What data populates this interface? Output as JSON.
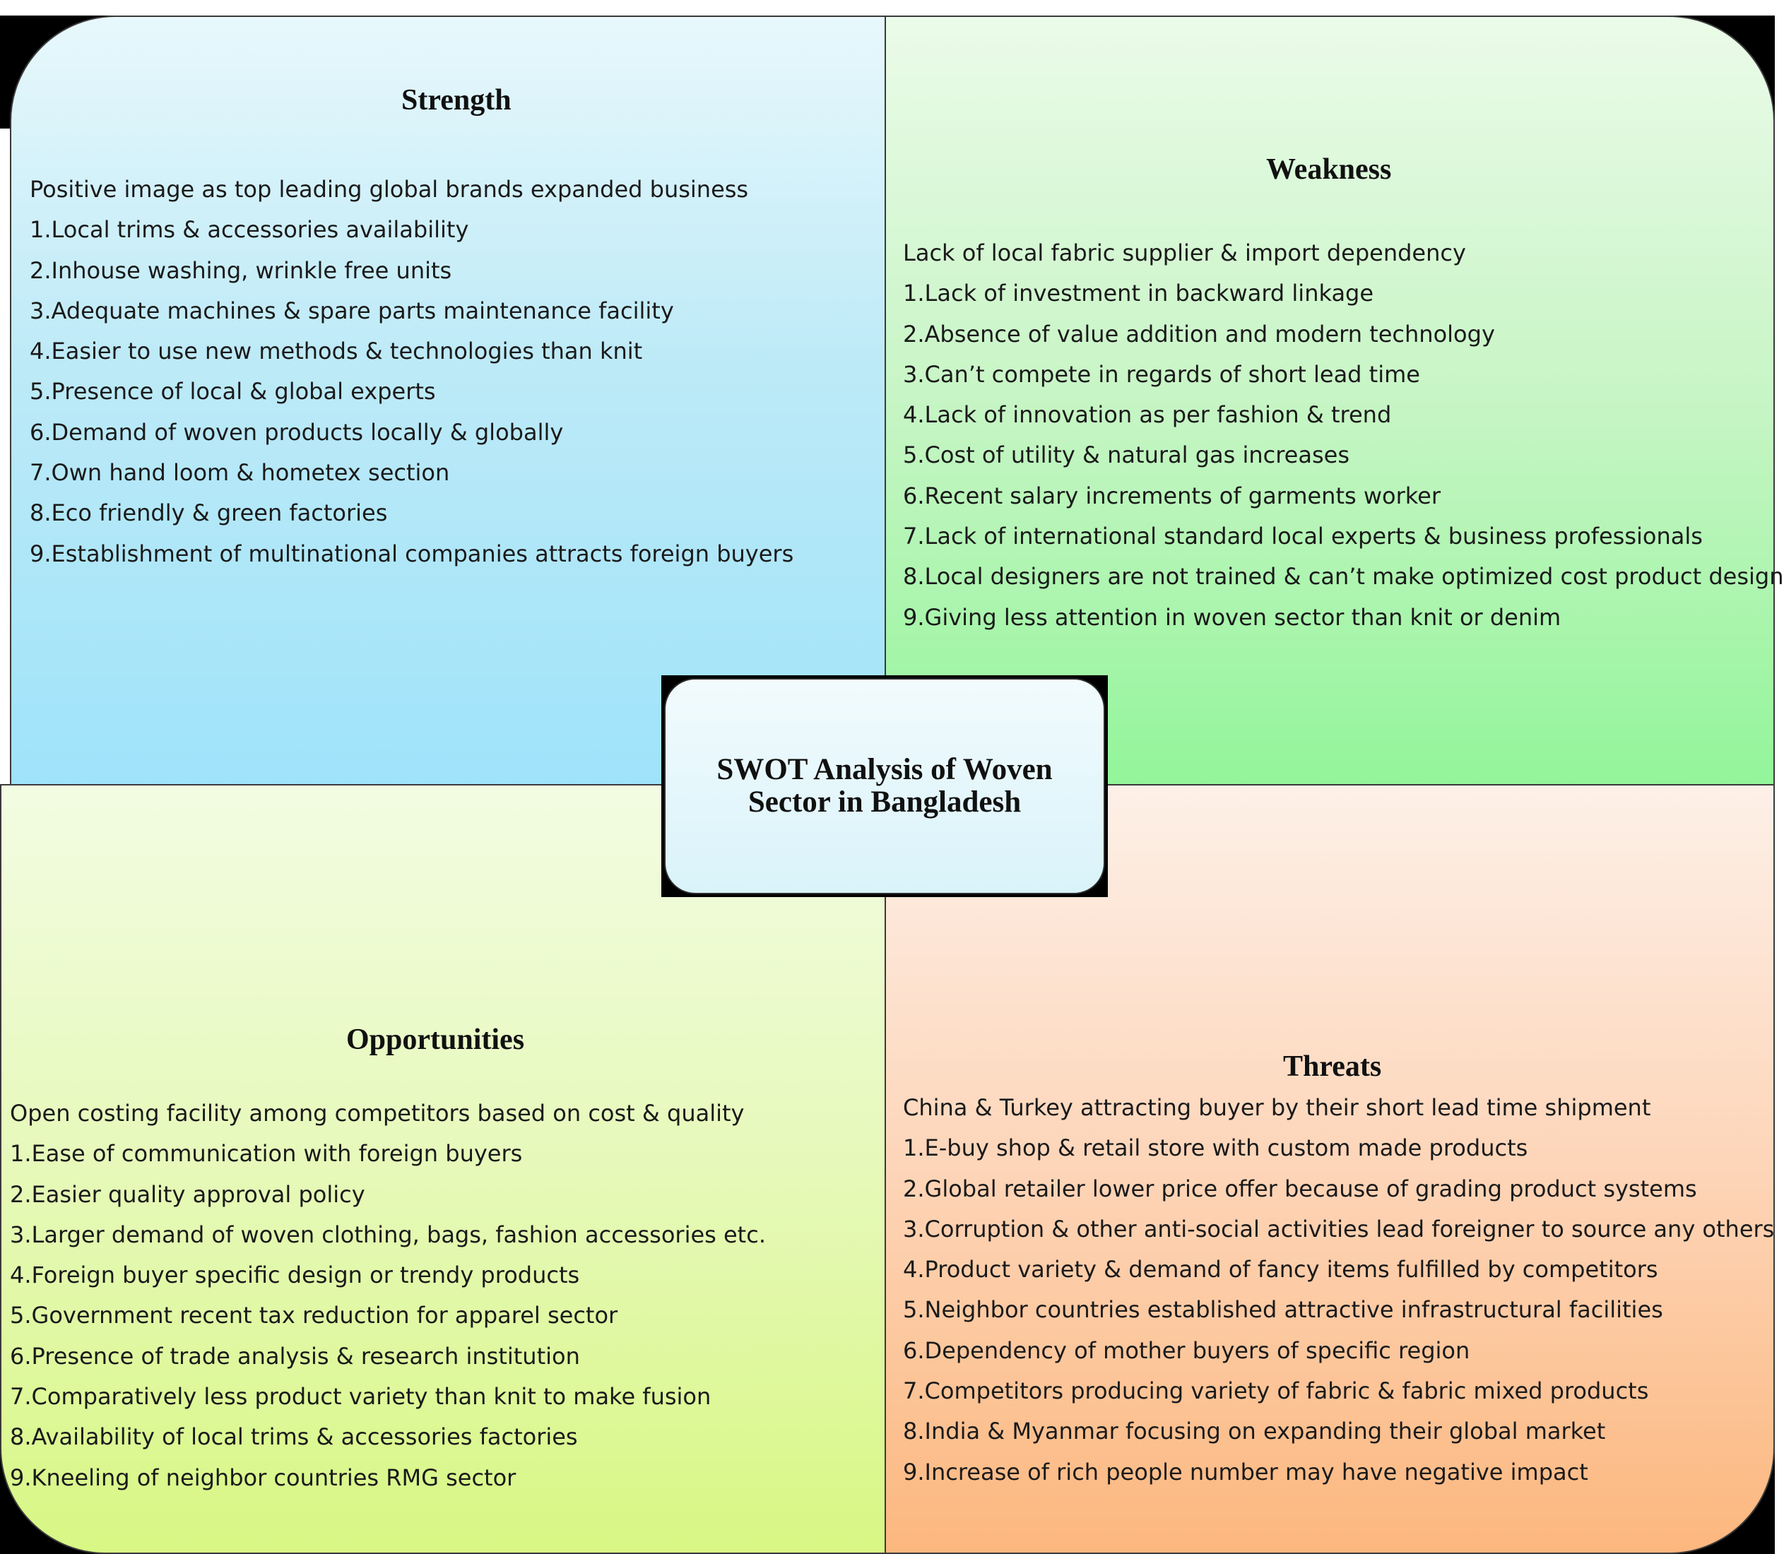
{
  "center": {
    "title": "SWOT Analysis of Woven Sector in Bangladesh"
  },
  "strength": {
    "heading": "Strength",
    "items": [
      "Positive image as top leading global brands expanded business",
      "1.Local trims & accessories availability",
      "2.Inhouse washing, wrinkle free units",
      "3.Adequate machines & spare parts maintenance facility",
      "4.Easier to use new methods & technologies than knit",
      "5.Presence of local & global experts",
      "6.Demand of woven products locally & globally",
      "7.Own hand loom & hometex section",
      "8.Eco friendly & green factories",
      "9.Establishment of multinational companies attracts foreign buyers"
    ]
  },
  "weakness": {
    "heading": "Weakness",
    "items": [
      "Lack of local fabric supplier & import dependency",
      "1.Lack of investment in backward linkage",
      "2.Absence of value addition and modern technology",
      "3.Can’t compete in regards of short lead time",
      "4.Lack of innovation as per fashion & trend",
      "5.Cost of utility & natural gas increases",
      "6.Recent salary increments of garments worker",
      "7.Lack of international standard local experts & business professionals",
      "8.Local designers are not trained & can’t make optimized cost product design",
      "9.Giving less attention in woven sector than knit or denim"
    ]
  },
  "opportunities": {
    "heading": "Opportunities",
    "items": [
      "Open costing facility among competitors based on cost & quality",
      "1.Ease of communication with foreign buyers",
      "2.Easier quality approval policy",
      "3.Larger demand of woven clothing, bags, fashion accessories etc.",
      "4.Foreign buyer specific design or trendy products",
      "5.Government recent tax reduction for apparel sector",
      "6.Presence of trade analysis & research institution",
      "7.Comparatively less product variety than knit to make fusion",
      "8.Availability of local trims & accessories factories",
      "9.Kneeling of neighbor countries RMG sector"
    ]
  },
  "threats": {
    "heading": "Threats",
    "items": [
      "China & Turkey attracting buyer by their short lead time shipment",
      "1.E-buy shop & retail store with custom made products",
      "2.Global retailer lower price offer because of grading product systems",
      "3.Corruption & other anti-social activities lead foreigner to source any others",
      "4.Product variety & demand of fancy items fulfilled by competitors",
      "5.Neighbor countries established attractive infrastructural facilities",
      "6.Dependency of mother buyers of specific region",
      "7.Competitors producing variety of fabric & fabric mixed products",
      "8.India & Myanmar focusing on expanding their global market",
      "9.Increase of rich people number may have negative impact"
    ]
  }
}
